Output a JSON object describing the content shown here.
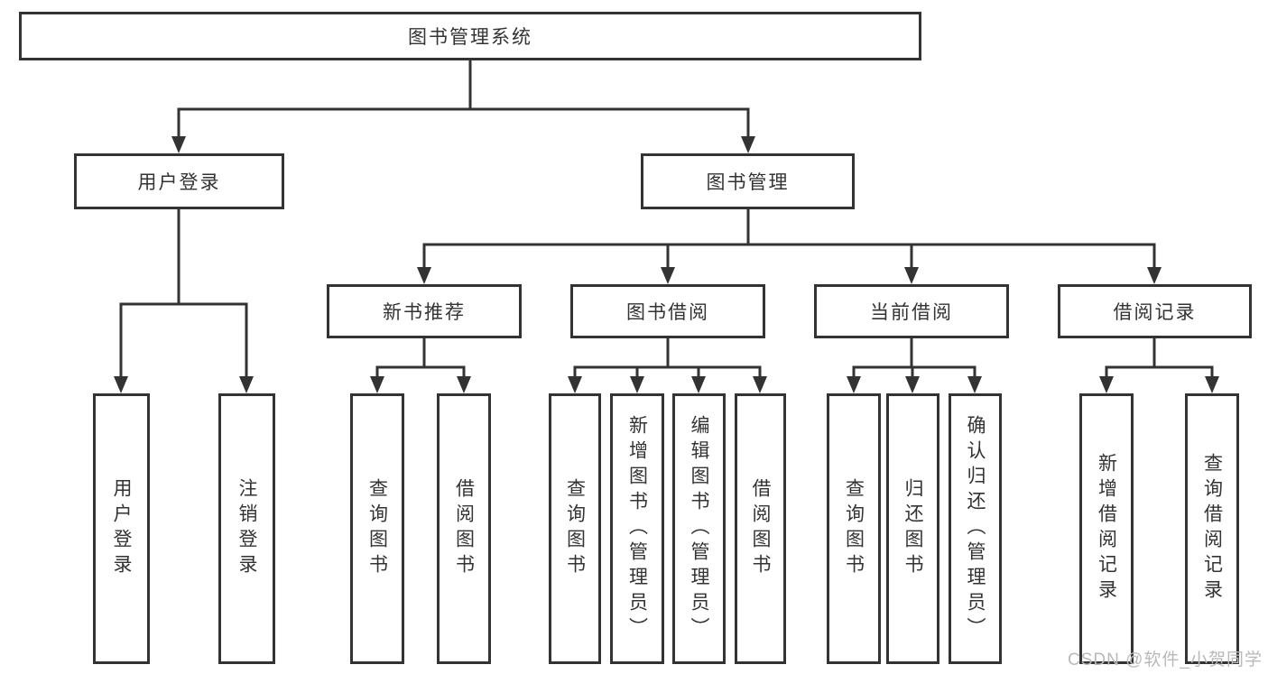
{
  "diagram_title": "图书管理系统",
  "tree": {
    "label": "图书管理系统",
    "children": [
      {
        "label": "用户登录",
        "children": [
          {
            "label": "用户登录"
          },
          {
            "label": "注销登录"
          }
        ]
      },
      {
        "label": "图书管理",
        "children": [
          {
            "label": "新书推荐",
            "children": [
              {
                "label": "查询图书"
              },
              {
                "label": "借阅图书"
              }
            ]
          },
          {
            "label": "图书借阅",
            "children": [
              {
                "label": "查询图书"
              },
              {
                "label": "新增图书（管理员）"
              },
              {
                "label": "编辑图书（管理员）"
              },
              {
                "label": "借阅图书"
              }
            ]
          },
          {
            "label": "当前借阅",
            "children": [
              {
                "label": "查询图书"
              },
              {
                "label": "归还图书"
              },
              {
                "label": "确认归还（管理员）"
              }
            ]
          },
          {
            "label": "借阅记录",
            "children": [
              {
                "label": "新增借阅记录"
              },
              {
                "label": "查询借阅记录"
              }
            ]
          }
        ]
      }
    ]
  },
  "watermark": "CSDN @软件_小贺同学",
  "colors": {
    "line": "#333333",
    "text": "#333333",
    "box_background": "#ffffff",
    "page_background": "#ffffff",
    "watermark": "#b9b9b9"
  }
}
